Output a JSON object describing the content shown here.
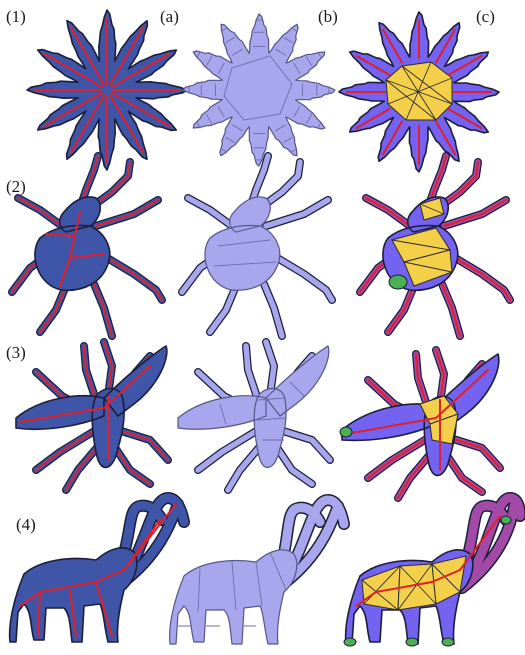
{
  "column_labels": [
    "(a)",
    "(b)",
    "(c)"
  ],
  "row_labels": [
    "(1)",
    "(2)",
    "(3)",
    "(4)"
  ],
  "colors": {
    "shape_a": "#3f55a8",
    "shape_b": "#a8a7ee",
    "shape_c": "#7462f0",
    "skeleton": "#e0202a",
    "triangle": "#f4d04a",
    "tip": "#4caf50",
    "limb_c": "#a34aa8"
  }
}
